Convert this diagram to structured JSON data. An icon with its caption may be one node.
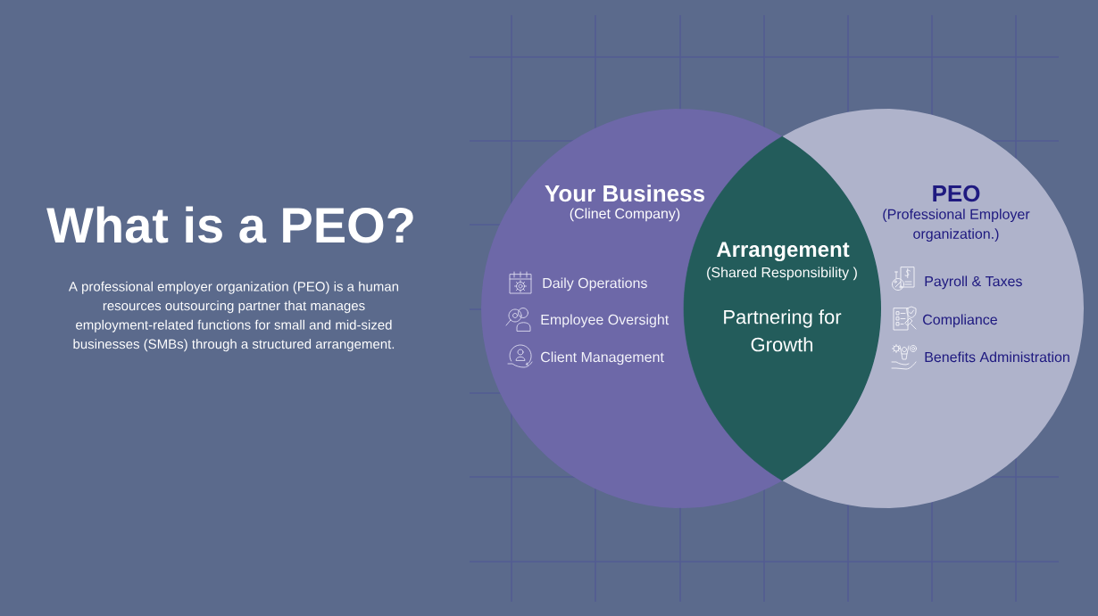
{
  "diagram": {
    "title": "What is a PEO?",
    "nodes": [
      {
        "text": [
          "Your Business",
          "(Clinet Company)",
          "Daily Operations",
          "Employee Oversight",
          "Client Management"
        ]
      },
      {
        "text": [
          "Arrangement",
          "(Shared Responsibility )",
          "Partnering for Growth"
        ]
      },
      {
        "text": [
          "PEO",
          "(Professional Employer organization.)",
          "Payroll & Taxes",
          "Compliance",
          "Benefits Administration"
        ]
      }
    ],
    "labels": [
      "A professional employer organization (PEO) is a human resources outsourcing partner that manages employment-related functions for small and mid-sized businesses (SMBs) through a structured arrangement."
    ]
  }
}
